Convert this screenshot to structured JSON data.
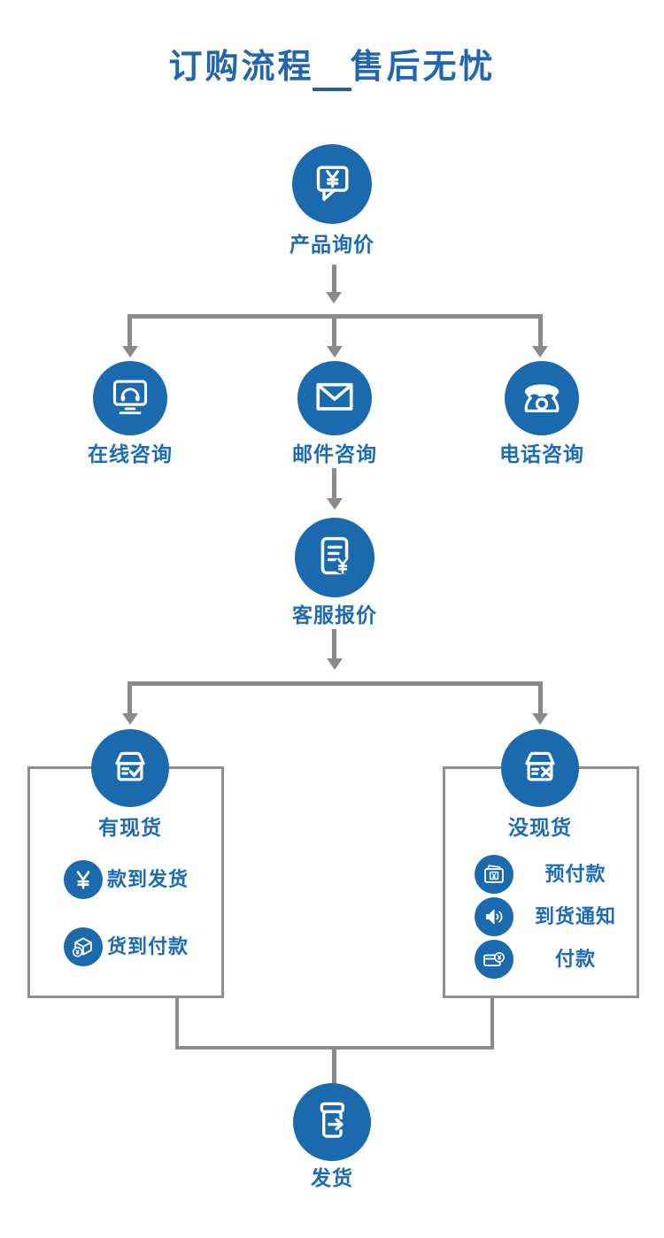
{
  "title": "订购流程　售后无忧",
  "colors": {
    "primary_blue": "#1a6aad",
    "label_blue": "#1d6cb3",
    "line_gray": "#8a8a8a"
  },
  "nodes": {
    "inquiry": {
      "label": "产品询价",
      "icon": "chat-yen-icon"
    },
    "online": {
      "label": "在线咨询",
      "icon": "monitor-headset-icon"
    },
    "email": {
      "label": "邮件咨询",
      "icon": "envelope-icon"
    },
    "phone": {
      "label": "电话咨询",
      "icon": "telephone-icon"
    },
    "quote": {
      "label": "客服报价",
      "icon": "quotation-document-icon"
    },
    "in_stock": {
      "label": "有现货",
      "icon": "box-check-icon"
    },
    "out_of_stock": {
      "label": "没现货",
      "icon": "box-x-icon"
    },
    "ship": {
      "label": "发货",
      "icon": "box-arrow-icon"
    }
  },
  "in_stock_options": [
    {
      "label": "款到发货",
      "icon": "yen-icon"
    },
    {
      "label": "货到付款",
      "icon": "package-coin-icon"
    }
  ],
  "out_of_stock_options": [
    {
      "label": "预付款",
      "icon": "wallet-yen-icon"
    },
    {
      "label": "到货通知",
      "icon": "speaker-icon"
    },
    {
      "label": "付款",
      "icon": "card-coin-icon"
    }
  ]
}
